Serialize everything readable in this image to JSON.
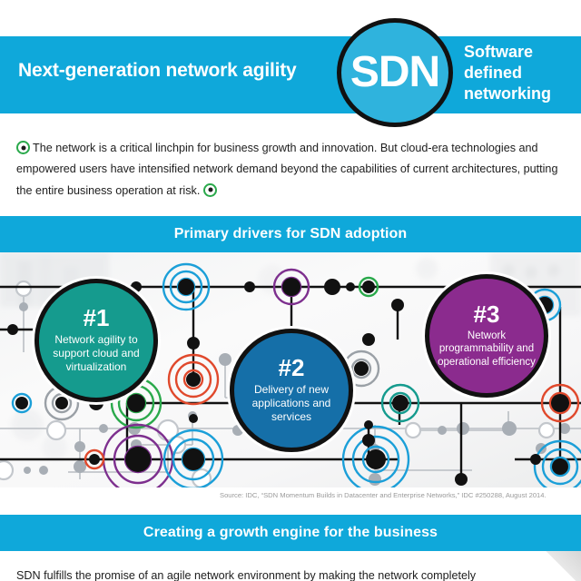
{
  "header": {
    "title": "Next-generation network agility",
    "badge_text": "SDN",
    "badge_icon": "sdn-logo-circle",
    "subtitle_line1": "Software",
    "subtitle_line2": "defined",
    "subtitle_line3": "networking",
    "band_color": "#0fa8da",
    "badge_fill": "#2fb3dd"
  },
  "intro": {
    "bullet_icon": "green-ring-dot-icon",
    "text": "The network is a critical linchpin for business growth and innovation. But cloud-era technologies and empowered users have intensified network demand beyond the capabilities of current architectures, putting the entire business operation at risk.",
    "bullet_color": "#2aa94b"
  },
  "sections": {
    "drivers_band": "Primary drivers for SDN adoption",
    "growth_band": "Creating a growth engine for the business"
  },
  "drivers": [
    {
      "number": "#1",
      "text": "Network agility to support cloud and virtualization",
      "color": "#159b8e"
    },
    {
      "number": "#2",
      "text": "Delivery of new applications and services",
      "color": "#156fa8"
    },
    {
      "number": "#3",
      "text": "Network programmability and operational efficiency",
      "color": "#8b2b8e"
    }
  ],
  "source": "Source: IDC, “SDN Momentum Builds in Datacenter and Enterprise Networks,” IDC #250288, August 2014.",
  "footer": {
    "text": "SDN fulfills the promise of an agile network environment by making the network completely"
  },
  "palette": {
    "cyan": "#0fa8da",
    "node_cyan": "#1b9fd8",
    "node_green": "#2aa94b",
    "node_purple": "#7d2f8e",
    "node_red": "#e0492c",
    "node_gray": "#a8aeb5",
    "node_teal": "#159b8e",
    "node_black": "#111111"
  }
}
